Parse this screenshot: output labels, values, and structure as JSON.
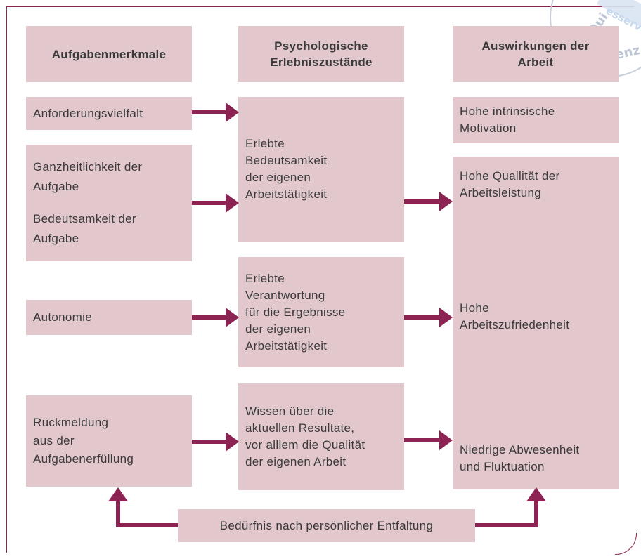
{
  "headers": {
    "col1": "Aufgabenmerkmale",
    "col2": [
      "Psychologische",
      "Erlebniszustände"
    ],
    "col3": [
      "Auswirkungen der",
      "Arbeit"
    ]
  },
  "merkmale": {
    "anforderung": [
      "Anforderungsvielfalt"
    ],
    "ganzheit": [
      "Ganzheitlichkeit der",
      "Aufgabe",
      "",
      "Bedeutsamkeit der",
      "Aufgabe"
    ],
    "autonomie": [
      "Autonomie"
    ],
    "rueckmeldung": [
      "Rückmeldung",
      "aus der",
      "Aufgabenerfüllung"
    ]
  },
  "zustaende": {
    "bedeutsamkeit": [
      "Erlebte",
      "Bedeutsamkeit",
      "der eigenen",
      "Arbeitstätigkeit"
    ],
    "verantwortung": [
      "Erlebte",
      "Verantwortung",
      "für die Ergebnisse",
      "der eigenen",
      "Arbeitstätigkeit"
    ],
    "wissen": [
      "Wissen über die",
      "aktuellen Resultate,",
      "vor alllem die Qualität",
      "der eigenen Arbeit"
    ]
  },
  "auswirkungen": {
    "motivation": [
      "Hohe intrinsische",
      "Motivation"
    ],
    "qualitaet": [
      "Hohe Quallität der",
      "Arbeitsleistung"
    ],
    "zufriedenheit": [
      "Hohe",
      "Arbeitszufriedenheit"
    ],
    "abwesenheit": [
      "Niedrige Abwesenheit",
      "und Fluktuation"
    ]
  },
  "beduerfnis": "Bedürfnis nach persönlicher Entfaltung",
  "stamp": {
    "text_a": "Qui",
    "text_b": "essenz",
    "text_c": "esserv"
  },
  "colors": {
    "box": "#e2c8cc",
    "arrow": "#8c2352",
    "text": "#3a3a3a"
  }
}
